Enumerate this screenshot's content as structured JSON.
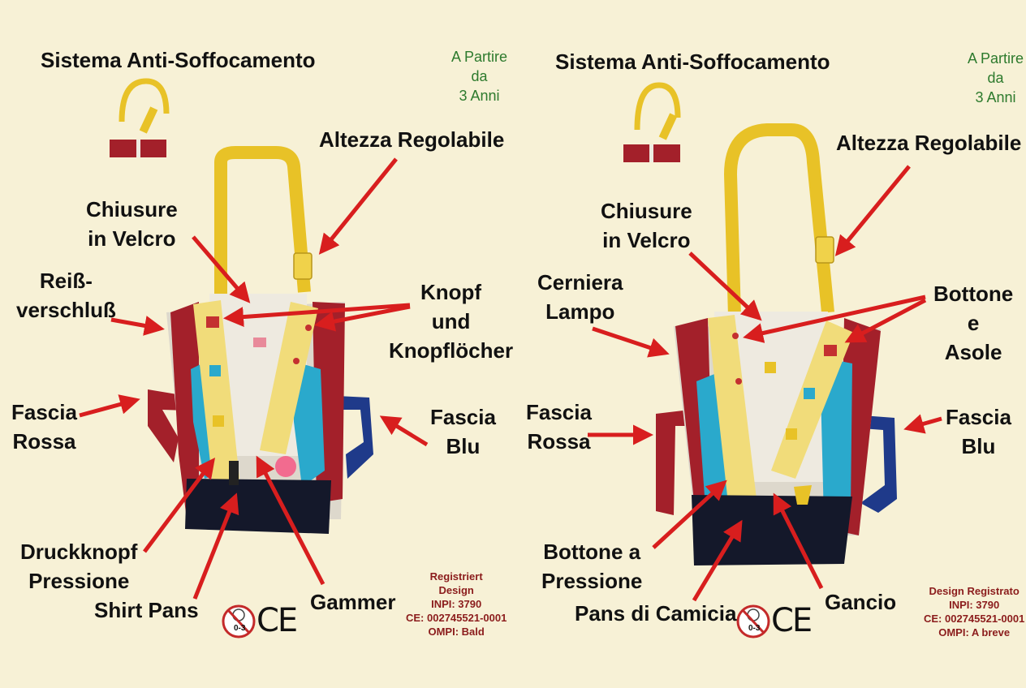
{
  "left": {
    "title": "Sistema Anti-Soffocamento",
    "age": [
      "A Partire",
      "da",
      "3 Anni"
    ],
    "labels": {
      "height": [
        "Altezza Regolabile"
      ],
      "velcro": [
        "Chiusure",
        "in Velcro"
      ],
      "zipper": [
        "Reiß-",
        "verschluß"
      ],
      "buttons": [
        "Knopf",
        "und",
        "Knopflöcher"
      ],
      "red_band": [
        "Fascia",
        "Rossa"
      ],
      "blue_band": [
        "Fascia",
        "Blu"
      ],
      "snap": [
        "Druckknopf",
        "Pressione"
      ],
      "shirt": [
        "Shirt Pans"
      ],
      "hook": [
        "Gammer"
      ]
    },
    "registration": [
      "Registriert",
      "Design",
      "INPI: 3790",
      "CE: 002745521-0001",
      "OMPI: Bald"
    ],
    "badge": "0-3",
    "ce": "CE"
  },
  "right": {
    "title": "Sistema Anti-Soffocamento",
    "age": [
      "A Partire",
      "da",
      "3 Anni"
    ],
    "labels": {
      "height": [
        "Altezza Regolabile"
      ],
      "velcro": [
        "Chiusure",
        "in Velcro"
      ],
      "zipper": [
        "Cerniera",
        "Lampo"
      ],
      "buttons": [
        "Bottone",
        "e",
        "Asole"
      ],
      "red_band": [
        "Fascia",
        "Rossa"
      ],
      "blue_band": [
        "Fascia",
        "Blu"
      ],
      "snap": [
        "Bottone a",
        "Pressione"
      ],
      "shirt": [
        "Pans di Camicia"
      ],
      "hook": [
        "Gancio"
      ]
    },
    "registration": [
      "Design Registrato",
      "INPI: 3790",
      "CE: 002745521-0001",
      "OMPI: A breve"
    ],
    "badge": "0-3",
    "ce": "CE"
  },
  "colors": {
    "background": "#f7f1d6",
    "arrow": "#d81e1e",
    "strap_yellow": "#e8c227",
    "vest_red": "#a3202a",
    "panel_white": "#eeeae0",
    "accent_blue": "#2aa9cc",
    "band_blue": "#1f3a8a",
    "skirt": "#14182a"
  }
}
